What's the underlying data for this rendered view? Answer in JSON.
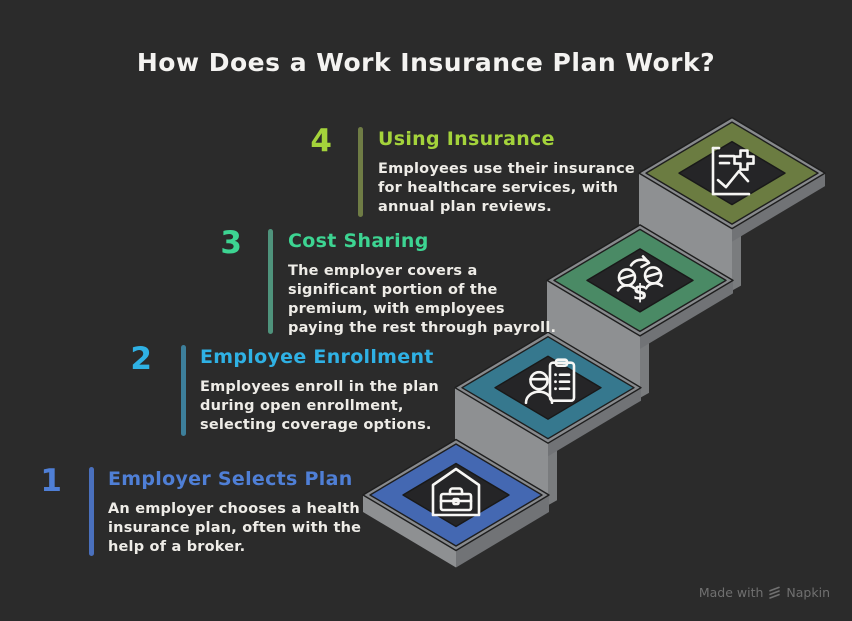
{
  "title": "How Does a Work Insurance Plan Work?",
  "steps": [
    {
      "number": "1",
      "title": "Employer Selects Plan",
      "desc_lines": [
        "An employer chooses a health",
        "insurance plan, often with the",
        "help of a broker."
      ],
      "accent": "#4f7fd6",
      "bar_color": "#4a70bd",
      "frame_color": "#4468b2",
      "icon": "briefcase-house-icon"
    },
    {
      "number": "2",
      "title": "Employee Enrollment",
      "desc_lines": [
        "Employees enroll in the plan",
        "during open enrollment,",
        "selecting coverage options."
      ],
      "accent": "#2fb1e4",
      "bar_color": "#3d7f9b",
      "frame_color": "#36788e",
      "icon": "person-clipboard-icon"
    },
    {
      "number": "3",
      "title": "Cost Sharing",
      "desc_lines": [
        "The employer covers a",
        "significant portion of the",
        "premium, with employees",
        "paying the rest through payroll."
      ],
      "accent": "#3dd492",
      "bar_color": "#4f937c",
      "frame_color": "#4a8a65",
      "icon": "cost-exchange-icon"
    },
    {
      "number": "4",
      "title": "Using Insurance",
      "desc_lines": [
        "Employees use their insurance",
        "for healthcare services, with",
        "annual plan reviews."
      ],
      "accent": "#a4d33b",
      "bar_color": "#6f7c45",
      "frame_color": "#6b7c41",
      "icon": "chart-medical-icon"
    }
  ],
  "watermark": {
    "prefix": "Made with",
    "brand": "Napkin",
    "icon": "napkin-logo-icon"
  },
  "colors": {
    "background": "#2b2b2b",
    "inner_fill": "#252527",
    "slab": "#888a8d",
    "face_light": "#8e9092",
    "face_dark": "#717376",
    "face_strip": "#7a7c7e",
    "edge_line": "#1e1e1e",
    "icon_stroke": "#f7f6f4",
    "text": "#eeece7",
    "title": "#f4f3f1",
    "watermark": "#707070"
  }
}
